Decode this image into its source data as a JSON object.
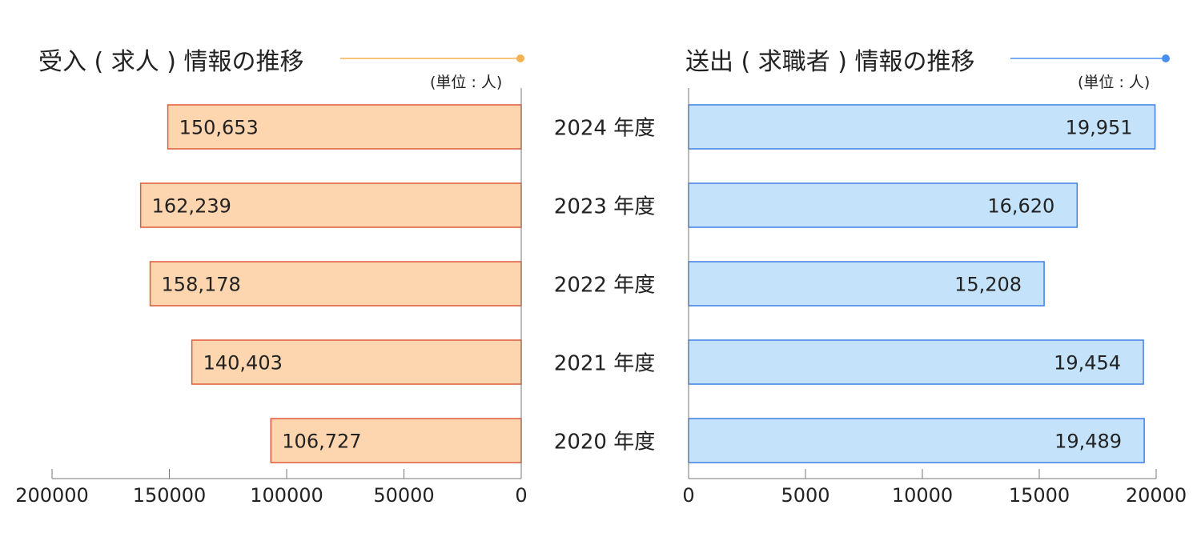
{
  "left_title": "受入 ( 求人 ) 情報の推移",
  "right_title": "送出 ( 求職者 ) 情報の推移",
  "left_unit": "(単位 : 人)",
  "right_unit": "(単位 : 人)",
  "colors": {
    "left_fill": "#fdd5ae",
    "left_stroke": "#e05a3a",
    "left_accent": "#f4b350",
    "right_fill": "#c4e3fb",
    "right_stroke": "#3f7fe6",
    "right_accent": "#4a8ff0",
    "axis": "#777777"
  },
  "chart_data": [
    {
      "type": "bar",
      "orientation": "horizontal",
      "title": "受入 ( 求人 ) 情報の推移",
      "unit": "(単位 : 人)",
      "categories": [
        "2024 年度",
        "2023 年度",
        "2022 年度",
        "2021 年度",
        "2020 年度"
      ],
      "values": [
        150653,
        162239,
        158178,
        140403,
        106727
      ],
      "value_labels": [
        "150,653",
        "162,239",
        "158,178",
        "140,403",
        "106,727"
      ],
      "xlim": [
        0,
        200000
      ],
      "x_reversed": true,
      "x_ticks": [
        200000,
        150000,
        100000,
        50000,
        0
      ],
      "grid": false
    },
    {
      "type": "bar",
      "orientation": "horizontal",
      "title": "送出 ( 求職者 ) 情報の推移",
      "unit": "(単位 : 人)",
      "categories": [
        "2024 年度",
        "2023 年度",
        "2022 年度",
        "2021 年度",
        "2020 年度"
      ],
      "values": [
        19951,
        16620,
        15208,
        19454,
        19489
      ],
      "value_labels": [
        "19,951",
        "16,620",
        "15,208",
        "19,454",
        "19,489"
      ],
      "xlim": [
        0,
        20000
      ],
      "x_reversed": false,
      "x_ticks": [
        0,
        5000,
        10000,
        15000,
        20000
      ],
      "grid": false
    }
  ]
}
